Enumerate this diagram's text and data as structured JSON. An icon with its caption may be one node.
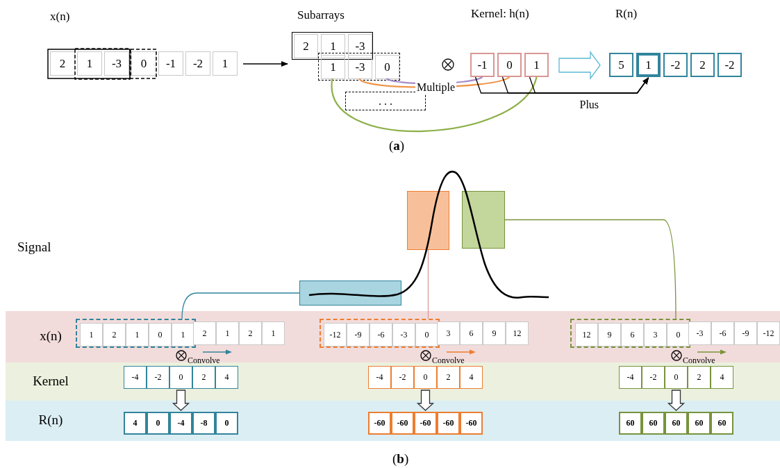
{
  "diagram": {
    "nodes": [
      {
        "text": [
          "x(n)"
        ]
      },
      {
        "text": [
          "2"
        ],
        "in": 0
      },
      {
        "text": [
          "1"
        ],
        "in": 0
      },
      {
        "text": [
          "-3"
        ],
        "in": 0
      },
      {
        "text": [
          "0"
        ],
        "in": 0
      },
      {
        "text": [
          "-1"
        ],
        "in": 0
      },
      {
        "text": [
          "-2"
        ],
        "in": 0
      },
      {
        "text": [
          "1"
        ],
        "in": 0
      },
      {
        "text": [
          "Subarrays"
        ]
      },
      {
        "text": [],
        "shape": "box",
        "in": 8
      },
      {
        "text": [
          "2"
        ],
        "in": 9
      },
      {
        "text": [
          "1"
        ],
        "in": 9
      },
      {
        "text": [
          "-3"
        ],
        "in": 9
      },
      {
        "text": [],
        "shape": "box",
        "in": 8
      },
      {
        "text": [
          "1"
        ],
        "in": 13
      },
      {
        "text": [
          "-3"
        ],
        "in": 13
      },
      {
        "text": [
          "0"
        ],
        "in": 13
      },
      {
        "text": [
          ". . ."
        ],
        "in": 8
      },
      {
        "text": [
          "Kernel: h(n)"
        ]
      },
      {
        "text": [
          "-1"
        ],
        "in": 18
      },
      {
        "text": [
          "0"
        ],
        "in": 18
      },
      {
        "text": [
          "1"
        ],
        "in": 18
      },
      {
        "text": [
          "R(n)"
        ]
      },
      {
        "text": [
          "5"
        ],
        "in": 22
      },
      {
        "text": [
          "1"
        ],
        "in": 22
      },
      {
        "text": [
          "-2"
        ],
        "in": 22
      },
      {
        "text": [
          "2"
        ],
        "in": 22
      },
      {
        "text": [
          "-2"
        ],
        "in": 22
      },
      {
        "text": [],
        "shape": "box"
      },
      {
        "text": [],
        "shape": "box"
      },
      {
        "text": [],
        "shape": "box"
      },
      {
        "text": [
          "x(n)"
        ]
      },
      {
        "text": [
          "Kernel"
        ]
      },
      {
        "text": [
          "R(n)"
        ]
      },
      {
        "text": [],
        "shape": "box",
        "in": 31
      },
      {
        "text": [
          "1"
        ],
        "in": 34
      },
      {
        "text": [
          "2"
        ],
        "in": 34
      },
      {
        "text": [
          "1"
        ],
        "in": 34
      },
      {
        "text": [
          "0"
        ],
        "in": 34
      },
      {
        "text": [
          "1"
        ],
        "in": 34
      },
      {
        "text": [
          "2"
        ],
        "in": 31
      },
      {
        "text": [
          "1"
        ],
        "in": 31
      },
      {
        "text": [
          "2"
        ],
        "in": 31
      },
      {
        "text": [
          "1"
        ],
        "in": 31
      },
      {
        "text": [
          "-4"
        ],
        "in": 32
      },
      {
        "text": [
          "-2"
        ],
        "in": 32
      },
      {
        "text": [
          "0"
        ],
        "in": 32
      },
      {
        "text": [
          "2"
        ],
        "in": 32
      },
      {
        "text": [
          "4"
        ],
        "in": 32
      },
      {
        "text": [
          "4"
        ],
        "in": 33
      },
      {
        "text": [
          "0"
        ],
        "in": 33
      },
      {
        "text": [
          "-4"
        ],
        "in": 33
      },
      {
        "text": [
          "-8"
        ],
        "in": 33
      },
      {
        "text": [
          "0"
        ],
        "in": 33
      },
      {
        "text": [],
        "shape": "box",
        "in": 31
      },
      {
        "text": [
          "-12"
        ],
        "in": 54
      },
      {
        "text": [
          "-9"
        ],
        "in": 54
      },
      {
        "text": [
          "-6"
        ],
        "in": 54
      },
      {
        "text": [
          "-3"
        ],
        "in": 54
      },
      {
        "text": [
          "0"
        ],
        "in": 54
      },
      {
        "text": [
          "3"
        ],
        "in": 31
      },
      {
        "text": [
          "6"
        ],
        "in": 31
      },
      {
        "text": [
          "9"
        ],
        "in": 31
      },
      {
        "text": [
          "12"
        ],
        "in": 31
      },
      {
        "text": [
          "-4"
        ],
        "in": 32
      },
      {
        "text": [
          "-2"
        ],
        "in": 32
      },
      {
        "text": [
          "0"
        ],
        "in": 32
      },
      {
        "text": [
          "2"
        ],
        "in": 32
      },
      {
        "text": [
          "4"
        ],
        "in": 32
      },
      {
        "text": [
          "-60"
        ],
        "in": 33
      },
      {
        "text": [
          "-60"
        ],
        "in": 33
      },
      {
        "text": [
          "-60"
        ],
        "in": 33
      },
      {
        "text": [
          "-60"
        ],
        "in": 33
      },
      {
        "text": [
          "-60"
        ],
        "in": 33
      },
      {
        "text": [],
        "shape": "box",
        "in": 31
      },
      {
        "text": [
          "12"
        ],
        "in": 74
      },
      {
        "text": [
          "9"
        ],
        "in": 74
      },
      {
        "text": [
          "6"
        ],
        "in": 74
      },
      {
        "text": [
          "3"
        ],
        "in": 74
      },
      {
        "text": [
          "0"
        ],
        "in": 74
      },
      {
        "text": [
          "-3"
        ],
        "in": 31
      },
      {
        "text": [
          "-6"
        ],
        "in": 31
      },
      {
        "text": [
          "-9"
        ],
        "in": 31
      },
      {
        "text": [
          "-12"
        ],
        "in": 31
      },
      {
        "text": [
          "-4"
        ],
        "in": 32
      },
      {
        "text": [
          "-2"
        ],
        "in": 32
      },
      {
        "text": [
          "0"
        ],
        "in": 32
      },
      {
        "text": [
          "2"
        ],
        "in": 32
      },
      {
        "text": [
          "4"
        ],
        "in": 32
      },
      {
        "text": [
          "60"
        ],
        "in": 33
      },
      {
        "text": [
          "60"
        ],
        "in": 33
      },
      {
        "text": [
          "60"
        ],
        "in": 33
      },
      {
        "text": [
          "60"
        ],
        "in": 33
      },
      {
        "text": [
          "60"
        ],
        "in": 33
      }
    ],
    "edges": [
      {
        "from": 0,
        "to": 8,
        "arrow": "to"
      },
      {
        "from": 14,
        "to": 21,
        "arrow": "none",
        "color": "#8db04a"
      },
      {
        "from": 15,
        "to": 20,
        "arrow": "none",
        "color": "#f0954a",
        "label": "Multiple"
      },
      {
        "from": 16,
        "to": 19,
        "arrow": "none",
        "color": "#a58cc8"
      },
      {
        "from": 19,
        "to": 24,
        "arrow": "to"
      },
      {
        "from": 20,
        "to": 24,
        "arrow": "to",
        "label": "Plus"
      },
      {
        "from": 21,
        "to": 24,
        "arrow": "to"
      },
      {
        "from": 18,
        "to": 22,
        "arrow": "to",
        "style": "thick",
        "color": "#5bb8d4"
      },
      {
        "from": 28,
        "to": 34,
        "arrow": "none",
        "color": "#31849b"
      },
      {
        "from": 29,
        "to": 54,
        "arrow": "none",
        "color": "#e09a9a"
      },
      {
        "from": 30,
        "to": 74,
        "arrow": "none",
        "color": "#77933c"
      },
      {
        "from": 46,
        "to": 51,
        "arrow": "to",
        "style": "thick"
      },
      {
        "from": 66,
        "to": 71,
        "arrow": "to",
        "style": "thick"
      },
      {
        "from": 86,
        "to": 91,
        "arrow": "to",
        "style": "thick"
      }
    ],
    "labels": [
      "(**a**)",
      "Signal",
      "Convolve",
      "Convolve",
      "Convolve",
      "(**b**)"
    ]
  }
}
